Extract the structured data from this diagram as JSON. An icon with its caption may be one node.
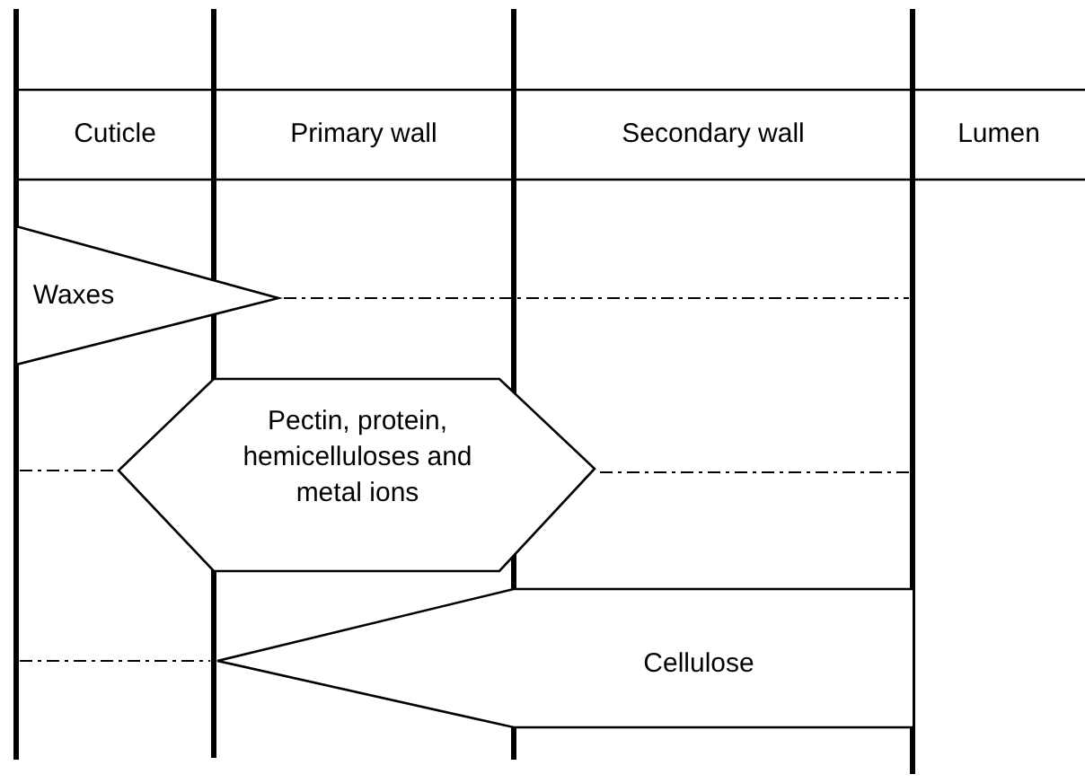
{
  "diagram": {
    "nodes": [
      {
        "text": [
          "Waxes"
        ]
      },
      {
        "text": [
          "Pectin, protein, hemicelluloses and metal ions"
        ]
      },
      {
        "text": [
          "Cellulose"
        ]
      }
    ],
    "labels": [
      "Cuticle",
      "Primary wall",
      "Secondary wall",
      "Lumen"
    ]
  }
}
